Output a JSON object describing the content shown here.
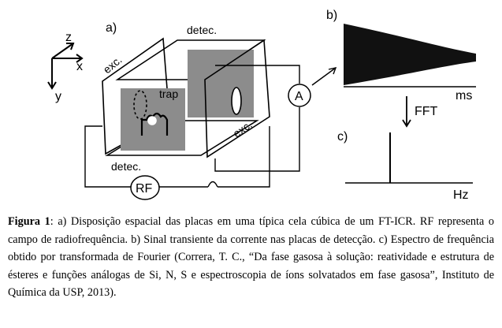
{
  "diagram": {
    "axes": {
      "z": "z",
      "x": "x",
      "y": "y"
    },
    "panel_labels": {
      "a": "a)",
      "b": "b)",
      "c": "c)"
    },
    "plate_labels": {
      "detec_top": "detec.",
      "detec_bottom": "detec.",
      "exc_left": "exc.",
      "exc_right": "exc.",
      "trap": "trap"
    },
    "amplifier_label": "A",
    "rf_label": "RF",
    "transient_axis_label": "ms",
    "fft_label": "FFT",
    "spectrum_axis_label": "Hz"
  },
  "caption": {
    "figure_label": "Figura 1",
    "text": ": a) Disposição espacial das placas em uma típica cela cúbica de um FT-ICR. RF representa o campo de radiofrequência. b) Sinal transiente da corrente nas placas de detecção. c) Espectro de frequência obtido por transformada de Fourier (Correra, T. C., “Da fase gasosa à solução: reatividade e estrutura de ésteres e funções análogas de Si, N, S e espectroscopia de íons solvatados em fase gasosa”, Instituto de Química da USP, 2013)."
  }
}
